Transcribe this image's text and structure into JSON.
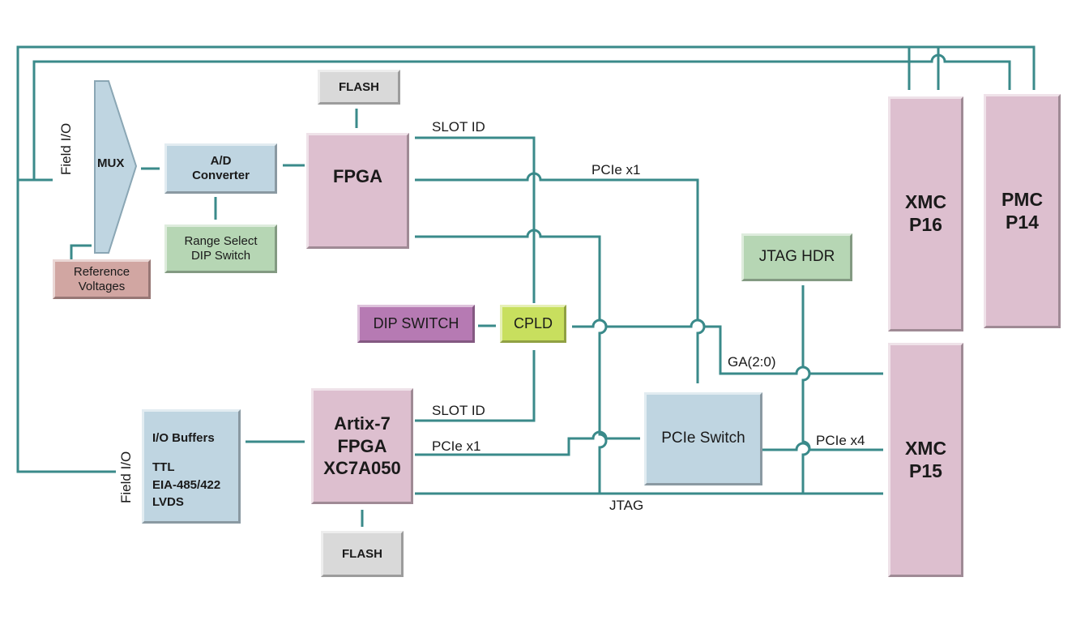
{
  "blocks": {
    "mux": "MUX",
    "ad_line1": "A/D",
    "ad_line2": "Converter",
    "range_line1": "Range Select",
    "range_line2": "DIP Switch",
    "ref_line1": "Reference",
    "ref_line2": "Voltages",
    "flash_top": "FLASH",
    "fpga": "FPGA",
    "dip_switch": "DIP SWITCH",
    "cpld": "CPLD",
    "jtag_hdr": "JTAG HDR",
    "xmc_p16_line1": "XMC",
    "xmc_p16_line2": "P16",
    "pmc_p14_line1": "PMC",
    "pmc_p14_line2": "P14",
    "xmc_p15_line1": "XMC",
    "xmc_p15_line2": "P15",
    "artix_line1": "Artix-7",
    "artix_line2": "FPGA",
    "artix_line3": "XC7A050",
    "flash_bottom": "FLASH",
    "pcie_switch": "PCIe Switch",
    "io_buffers_title": "I/O Buffers",
    "io_buffers_line1": "TTL",
    "io_buffers_line2": "EIA-485/422",
    "io_buffers_line3": "LVDS"
  },
  "labels": {
    "field_io_top": "Field I/O",
    "field_io_bottom": "Field I/O",
    "slot_id_top": "SLOT ID",
    "pcie_x1_top": "PCIe x1",
    "ga": "GA(2:0)",
    "slot_id_bottom": "SLOT ID",
    "pcie_x1_bottom": "PCIe x1",
    "pcie_x4": "PCIe x4",
    "jtag": "JTAG"
  },
  "colors": {
    "line": "#3a8a8a",
    "gray": "#d9d9d9",
    "pink": "#ddbfcf",
    "blue": "#bfd5e1",
    "green": "#b6d6b4",
    "rose": "#d1a6a2",
    "purple": "#b67ab3",
    "lime": "#c8df5e"
  }
}
